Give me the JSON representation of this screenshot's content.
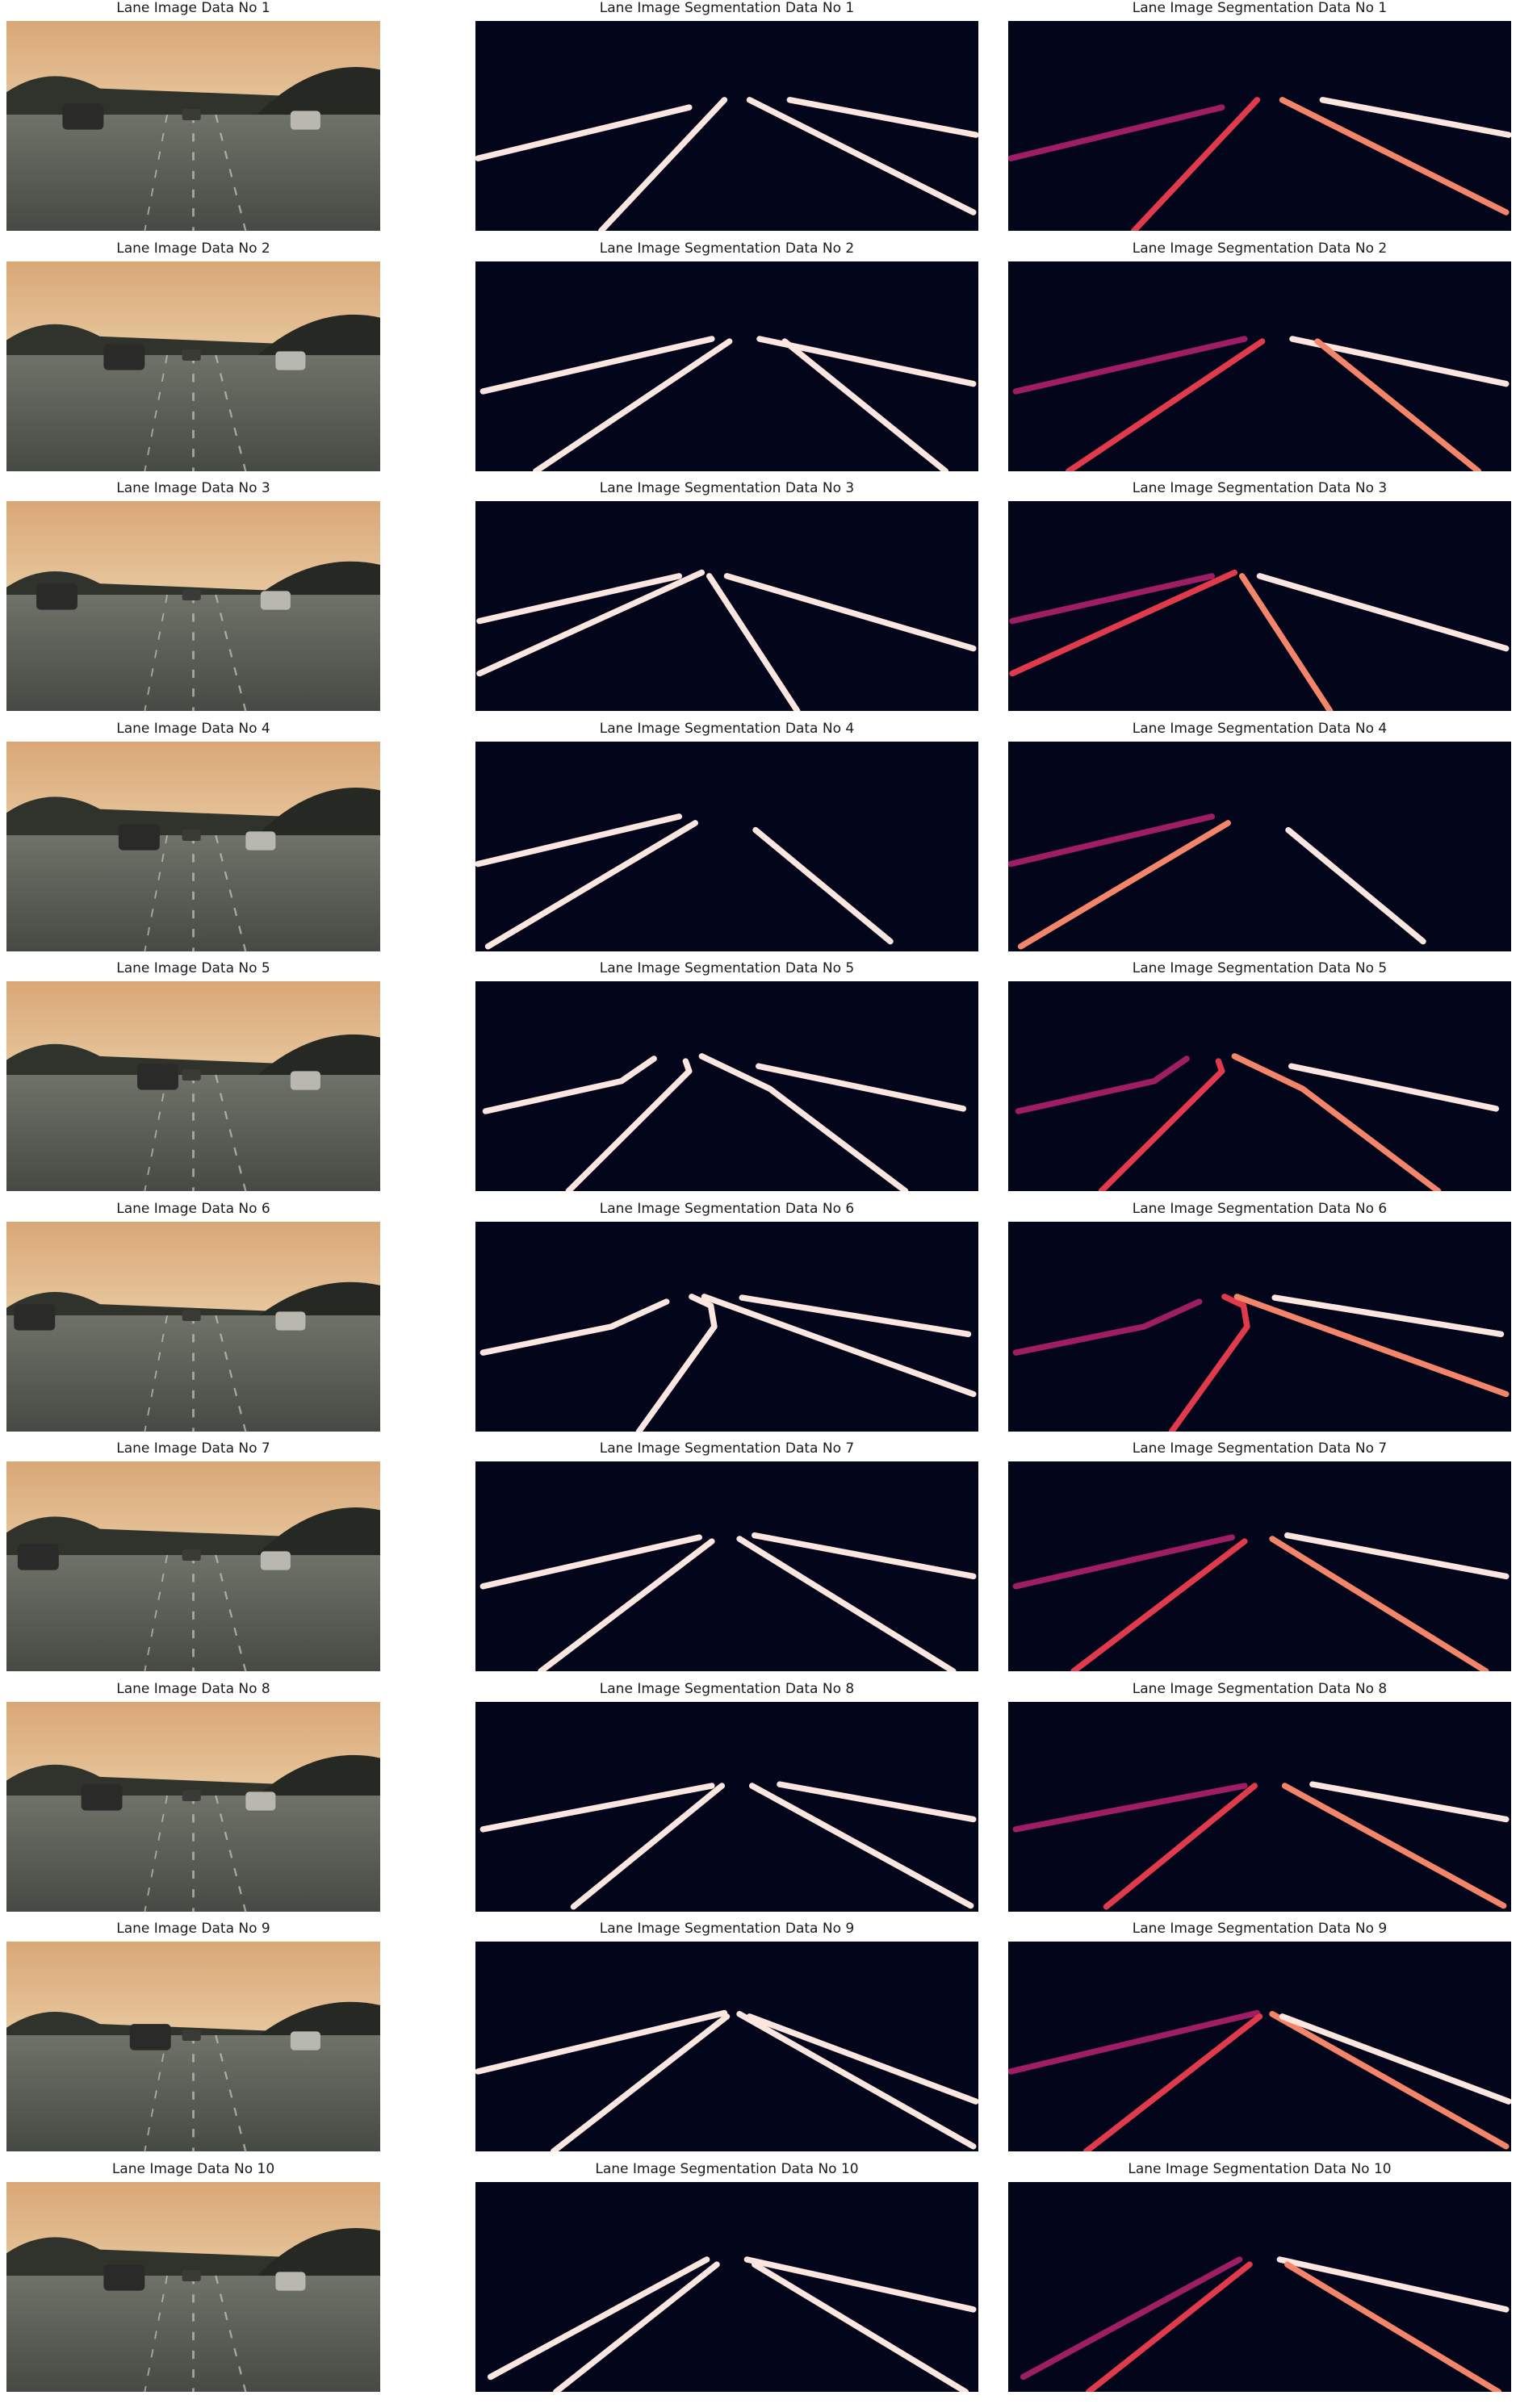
{
  "colors": {
    "background": "#ffffff",
    "mask_background": "#03051a",
    "binary_lane": "#fde6df",
    "instance_lanes": [
      "#9e1d64",
      "#e03a4c",
      "#f4856a",
      "#fde6df"
    ]
  },
  "rows": [
    {
      "image_title": "Lane Image Data No 1",
      "segmentation_title": "Lane Image Segmentation Data No 1",
      "instance_title": "Lane Image Segmentation Data No 1"
    },
    {
      "image_title": "Lane Image Data No 2",
      "segmentation_title": "Lane Image Segmentation Data No 2",
      "instance_title": "Lane Image Segmentation Data No 2"
    },
    {
      "image_title": "Lane Image Data No 3",
      "segmentation_title": "Lane Image Segmentation Data No 3",
      "instance_title": "Lane Image Segmentation Data No 3"
    },
    {
      "image_title": "Lane Image Data No 4",
      "segmentation_title": "Lane Image Segmentation Data No 4",
      "instance_title": "Lane Image Segmentation Data No 4"
    },
    {
      "image_title": "Lane Image Data No 5",
      "segmentation_title": "Lane Image Segmentation Data No 5",
      "instance_title": "Lane Image Segmentation Data No 5"
    },
    {
      "image_title": "Lane Image Data No 6",
      "segmentation_title": "Lane Image Segmentation Data No 6",
      "instance_title": "Lane Image Segmentation Data No 6"
    },
    {
      "image_title": "Lane Image Data No 7",
      "segmentation_title": "Lane Image Segmentation Data No 7",
      "instance_title": "Lane Image Segmentation Data No 7"
    },
    {
      "image_title": "Lane Image Data No 8",
      "segmentation_title": "Lane Image Segmentation Data No 8",
      "instance_title": "Lane Image Segmentation Data No 8"
    },
    {
      "image_title": "Lane Image Data No 9",
      "segmentation_title": "Lane Image Segmentation Data No 9",
      "instance_title": "Lane Image Segmentation Data No 9"
    },
    {
      "image_title": "Lane Image Data No 10",
      "segmentation_title": "Lane Image Segmentation Data No 10",
      "instance_title": "Lane Image Segmentation Data No 10"
    }
  ]
}
